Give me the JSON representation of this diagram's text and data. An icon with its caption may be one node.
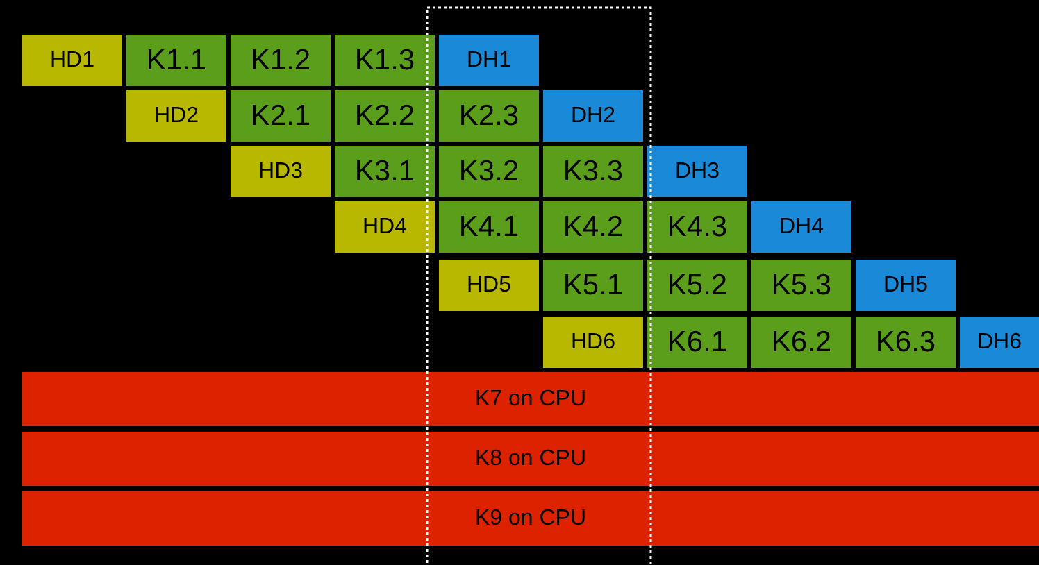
{
  "diagram": {
    "nodes": [
      {
        "text": [
          "HD1"
        ]
      },
      {
        "text": [
          "K1.1"
        ]
      },
      {
        "text": [
          "K1.2"
        ]
      },
      {
        "text": [
          "K1.3"
        ]
      },
      {
        "text": [
          "DH1"
        ]
      },
      {
        "text": [
          "HD2"
        ]
      },
      {
        "text": [
          "K2.1"
        ]
      },
      {
        "text": [
          "K2.2"
        ]
      },
      {
        "text": [
          "K2.3"
        ]
      },
      {
        "text": [
          "DH2"
        ]
      },
      {
        "text": [
          "HD3"
        ]
      },
      {
        "text": [
          "K3.1"
        ]
      },
      {
        "text": [
          "K3.2"
        ]
      },
      {
        "text": [
          "K3.3"
        ]
      },
      {
        "text": [
          "DH3"
        ]
      },
      {
        "text": [
          "HD4"
        ]
      },
      {
        "text": [
          "K4.1"
        ]
      },
      {
        "text": [
          "K4.2"
        ]
      },
      {
        "text": [
          "K4.3"
        ]
      },
      {
        "text": [
          "DH4"
        ]
      },
      {
        "text": [
          "HD5"
        ]
      },
      {
        "text": [
          "K5.1"
        ]
      },
      {
        "text": [
          "K5.2"
        ]
      },
      {
        "text": [
          "K5.3"
        ]
      },
      {
        "text": [
          "DH5"
        ]
      },
      {
        "text": [
          "HD6"
        ]
      },
      {
        "text": [
          "K6.1"
        ]
      },
      {
        "text": [
          "K6.2"
        ]
      },
      {
        "text": [
          "K6.3"
        ]
      },
      {
        "text": [
          "DH6"
        ]
      },
      {
        "text": [
          "K7 on CPU"
        ]
      },
      {
        "text": [
          "K8 on CPU"
        ]
      },
      {
        "text": [
          "K9 on CPU"
        ]
      }
    ]
  }
}
